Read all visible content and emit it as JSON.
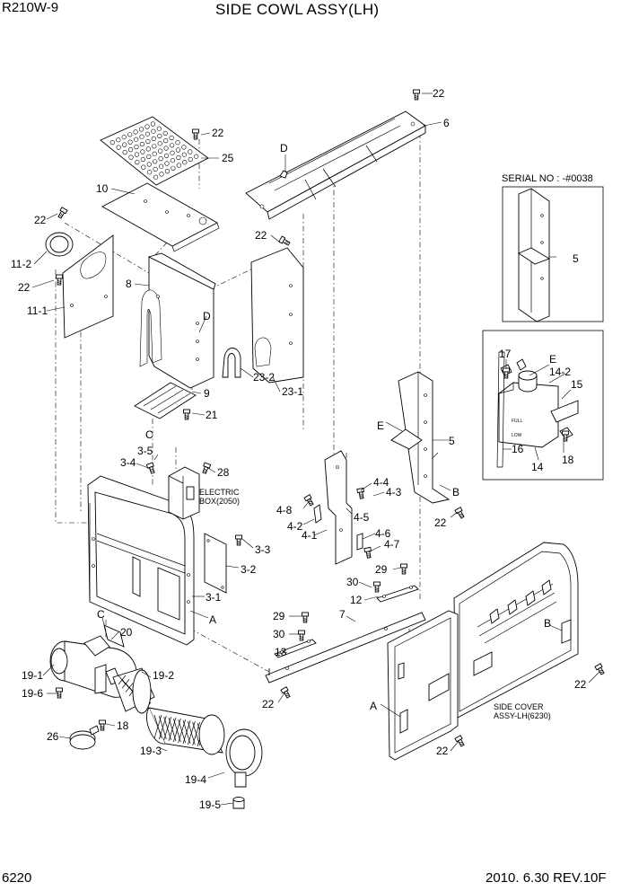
{
  "header": {
    "model": "R210W-9",
    "title": "SIDE COWL ASSY(LH)"
  },
  "footer": {
    "page_number": "6220",
    "revision": "2010. 6.30  REV.10F"
  },
  "callouts": [
    {
      "id": "c22a",
      "label": "22"
    },
    {
      "id": "c6",
      "label": "6"
    },
    {
      "id": "c22b",
      "label": "22"
    },
    {
      "id": "c25",
      "label": "25"
    },
    {
      "id": "cD1",
      "label": "D"
    },
    {
      "id": "c10",
      "label": "10"
    },
    {
      "id": "c22c",
      "label": "22"
    },
    {
      "id": "c22d",
      "label": "22"
    },
    {
      "id": "c11-2",
      "label": "11-2"
    },
    {
      "id": "c22e",
      "label": "22"
    },
    {
      "id": "c11-1",
      "label": "11-1"
    },
    {
      "id": "c8",
      "label": "8"
    },
    {
      "id": "cD2",
      "label": "D"
    },
    {
      "id": "c23-2",
      "label": "23-2"
    },
    {
      "id": "c23-1",
      "label": "23-1"
    },
    {
      "id": "c9",
      "label": "9"
    },
    {
      "id": "c21",
      "label": "21"
    },
    {
      "id": "cC1",
      "label": "C"
    },
    {
      "id": "c3-5",
      "label": "3-5"
    },
    {
      "id": "c3-4",
      "label": "3-4"
    },
    {
      "id": "c28",
      "label": "28"
    },
    {
      "id": "c3-3",
      "label": "3-3"
    },
    {
      "id": "c3-2",
      "label": "3-2"
    },
    {
      "id": "c3-1",
      "label": "3-1"
    },
    {
      "id": "cA1",
      "label": "A"
    },
    {
      "id": "c5a",
      "label": "5"
    },
    {
      "id": "c17",
      "label": "17"
    },
    {
      "id": "cE1",
      "label": "E"
    },
    {
      "id": "c14-2",
      "label": "14-2"
    },
    {
      "id": "c15",
      "label": "15"
    },
    {
      "id": "c16",
      "label": "16"
    },
    {
      "id": "c18a",
      "label": "18"
    },
    {
      "id": "c14",
      "label": "14"
    },
    {
      "id": "cE2",
      "label": "E"
    },
    {
      "id": "c5b",
      "label": "5"
    },
    {
      "id": "cB1",
      "label": "B"
    },
    {
      "id": "c22f",
      "label": "22"
    },
    {
      "id": "c4-4",
      "label": "4-4"
    },
    {
      "id": "c4-3",
      "label": "4-3"
    },
    {
      "id": "c4-8",
      "label": "4-8"
    },
    {
      "id": "c4-5",
      "label": "4-5"
    },
    {
      "id": "c4-2",
      "label": "4-2"
    },
    {
      "id": "c4-1",
      "label": "4-1"
    },
    {
      "id": "c4-6",
      "label": "4-6"
    },
    {
      "id": "c4-7",
      "label": "4-7"
    },
    {
      "id": "c29a",
      "label": "29"
    },
    {
      "id": "c30a",
      "label": "30"
    },
    {
      "id": "c12",
      "label": "12"
    },
    {
      "id": "c29b",
      "label": "29"
    },
    {
      "id": "c7",
      "label": "7"
    },
    {
      "id": "c30b",
      "label": "30"
    },
    {
      "id": "c13",
      "label": "13"
    },
    {
      "id": "cB2",
      "label": "B"
    },
    {
      "id": "c22g",
      "label": "22"
    },
    {
      "id": "cC2",
      "label": "C"
    },
    {
      "id": "c20",
      "label": "20"
    },
    {
      "id": "c19-1",
      "label": "19-1"
    },
    {
      "id": "c19-2",
      "label": "19-2"
    },
    {
      "id": "c19-6",
      "label": "19-6"
    },
    {
      "id": "c18b",
      "label": "18"
    },
    {
      "id": "c26",
      "label": "26"
    },
    {
      "id": "c19-3",
      "label": "19-3"
    },
    {
      "id": "c19-4",
      "label": "19-4"
    },
    {
      "id": "c19-5",
      "label": "19-5"
    },
    {
      "id": "c22h",
      "label": "22"
    },
    {
      "id": "cA2",
      "label": "A"
    },
    {
      "id": "c22i",
      "label": "22"
    }
  ],
  "notes": {
    "serial_no": "SERIAL NO : -#0038",
    "electric_box_line1": "ELECTRIC",
    "electric_box_line2": "BOX(2050)",
    "side_cover_line1": "SIDE COVER",
    "side_cover_line2": "ASSY-LH(6230)",
    "tank_full": "FULL",
    "tank_low": "LOW"
  }
}
